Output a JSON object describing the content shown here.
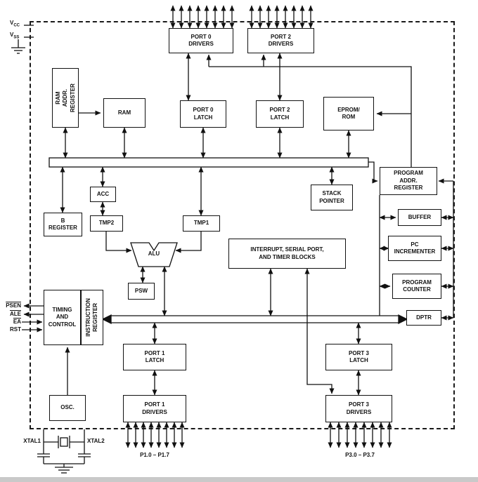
{
  "pins": {
    "vcc_main": "V",
    "vcc_sub": "CC",
    "vss_main": "V",
    "vss_sub": "SS",
    "psen": "PSEN",
    "ale": "ALE",
    "ea": "EA",
    "rst": "RST",
    "xtal1": "XTAL1",
    "xtal2": "XTAL2",
    "port1_range": "P1.0 – P1.7",
    "port3_range": "P3.0 – P3.7"
  },
  "blocks": {
    "port0_drivers": "PORT 0\nDRIVERS",
    "port2_drivers": "PORT 2\nDRIVERS",
    "ram_addr_register": "RAM ADDR.\nREGISTER",
    "ram": "RAM",
    "port0_latch": "PORT 0\nLATCH",
    "port2_latch": "PORT 2\nLATCH",
    "eprom_rom": "EPROM/\nROM",
    "program_addr_register": "PROGRAM\nADDR.\nREGISTER",
    "acc": "ACC",
    "stack_pointer": "STACK\nPOINTER",
    "b_register": "B\nREGISTER",
    "tmp2": "TMP2",
    "tmp1": "TMP1",
    "buffer": "BUFFER",
    "pc_incrementer": "PC\nINCREMENTER",
    "alu": "ALU",
    "interrupt_serial_timer": "INTERRUPT, SERIAL PORT,\nAND TIMER BLOCKS",
    "program_counter": "PROGRAM\nCOUNTER",
    "psw": "PSW",
    "timing_and_control": "TIMING\nAND\nCONTROL",
    "instruction_register": "INSTRUCTION\nREGISTER",
    "dptr": "DPTR",
    "port1_latch": "PORT 1\nLATCH",
    "port3_latch": "PORT 3\nLATCH",
    "osc": "OSC.",
    "port1_drivers": "PORT 1\nDRIVERS",
    "port3_drivers": "PORT 3\nDRIVERS"
  },
  "colors": {
    "line": "#111111",
    "background": "#ffffff",
    "bottom_strip": "#c9c9c9"
  }
}
